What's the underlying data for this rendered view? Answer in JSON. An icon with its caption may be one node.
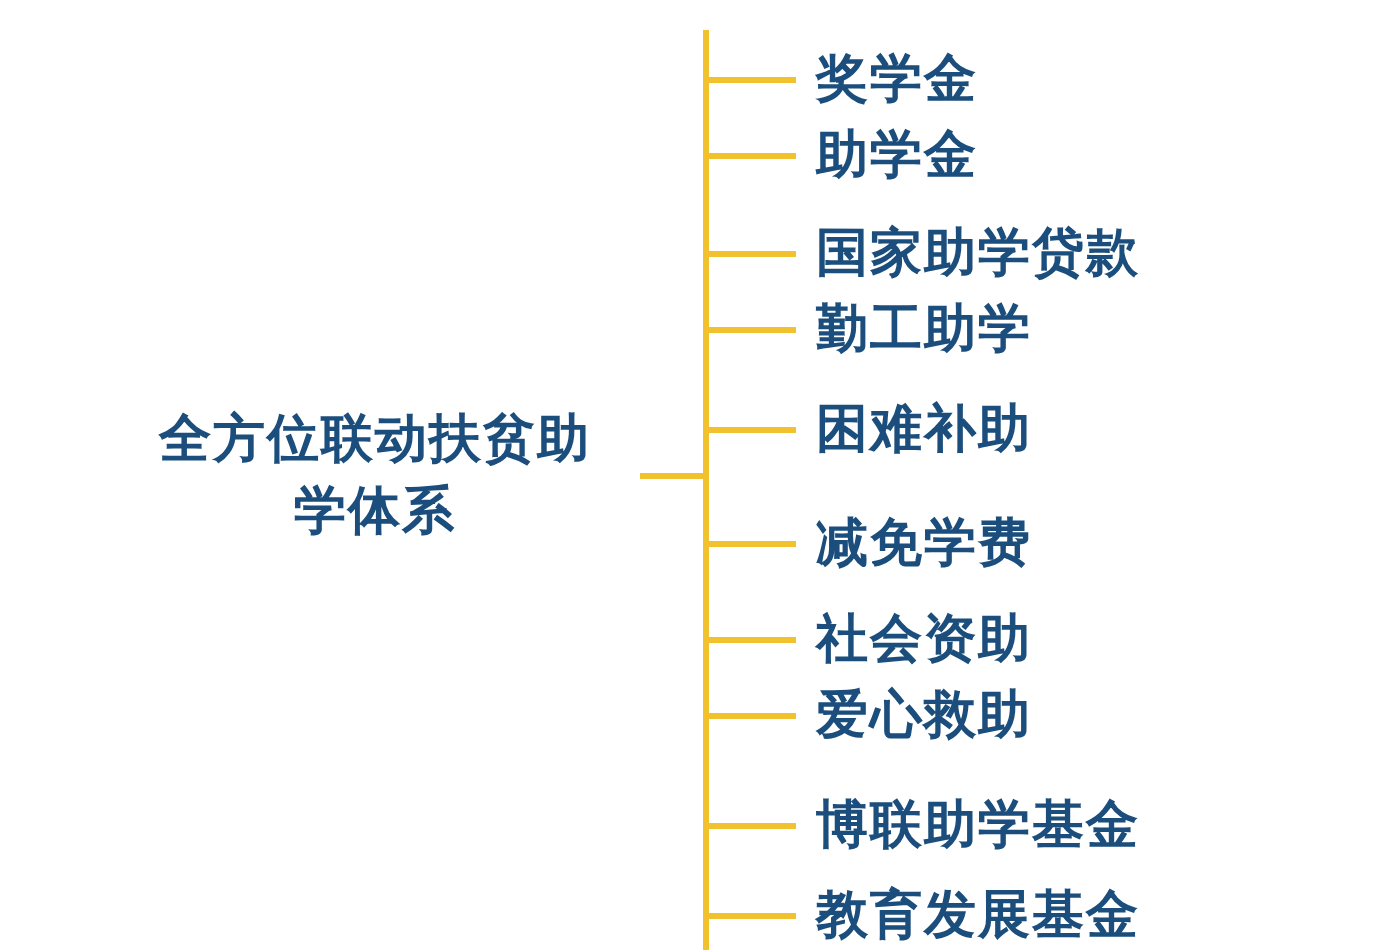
{
  "diagram": {
    "nodes": [
      {
        "text": [
          "全方位联动扶贫助学体系"
        ]
      },
      {
        "text": [
          "奖学金"
        ]
      },
      {
        "text": [
          "助学金"
        ]
      },
      {
        "text": [
          "国家助学贷款"
        ]
      },
      {
        "text": [
          "勤工助学"
        ]
      },
      {
        "text": [
          "困难补助"
        ]
      },
      {
        "text": [
          "减免学费"
        ]
      },
      {
        "text": [
          "社会资助"
        ]
      },
      {
        "text": [
          "爱心救助"
        ]
      },
      {
        "text": [
          "博联助学基金"
        ]
      },
      {
        "text": [
          "教育发展基金"
        ]
      }
    ],
    "edges": [
      {
        "from": 0,
        "to": 1,
        "arrow": "none"
      },
      {
        "from": 0,
        "to": 2,
        "arrow": "none"
      },
      {
        "from": 0,
        "to": 3,
        "arrow": "none"
      },
      {
        "from": 0,
        "to": 4,
        "arrow": "none"
      },
      {
        "from": 0,
        "to": 5,
        "arrow": "none"
      },
      {
        "from": 0,
        "to": 6,
        "arrow": "none"
      },
      {
        "from": 0,
        "to": 7,
        "arrow": "none"
      },
      {
        "from": 0,
        "to": 8,
        "arrow": "none"
      },
      {
        "from": 0,
        "to": 9,
        "arrow": "none"
      },
      {
        "from": 0,
        "to": 10,
        "arrow": "none"
      }
    ]
  }
}
